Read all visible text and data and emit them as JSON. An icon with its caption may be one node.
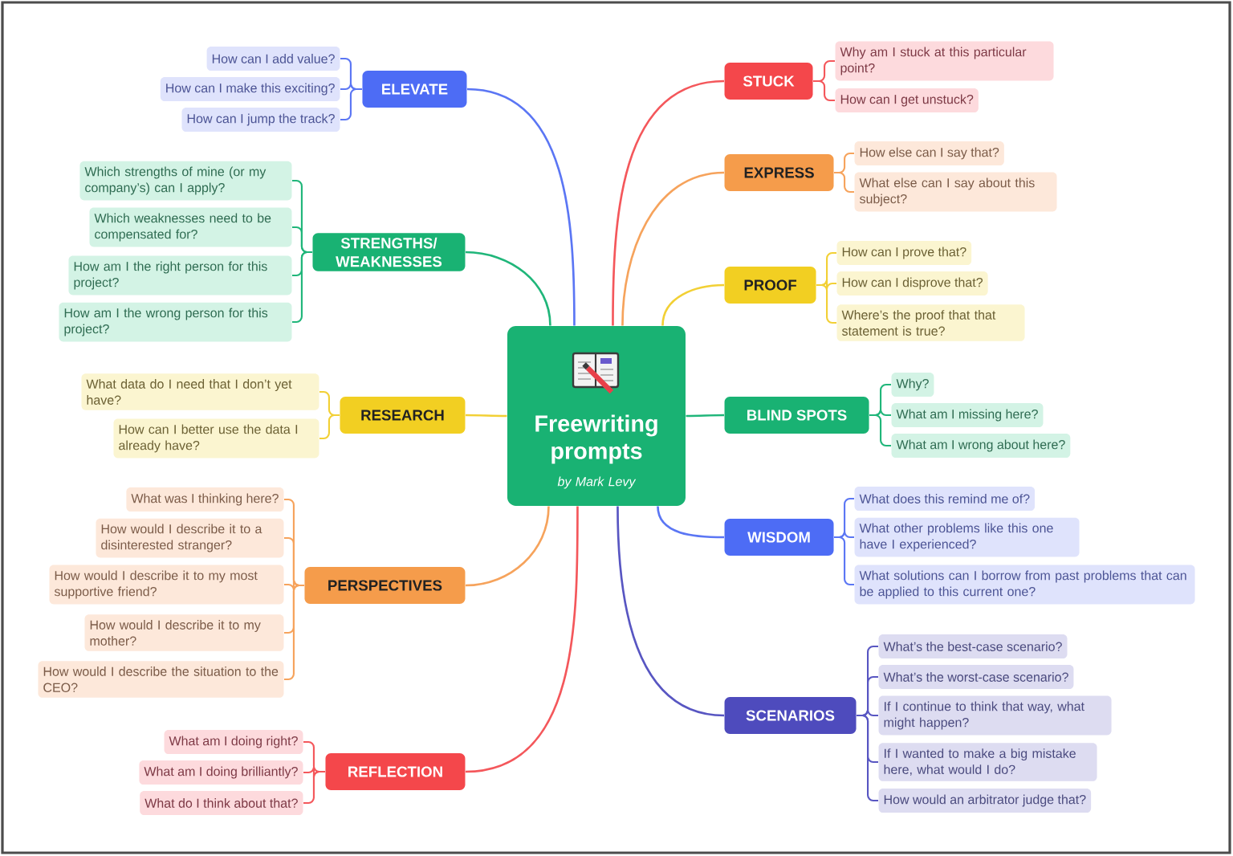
{
  "diagram": {
    "nodes": [
      {
        "text": [
          "Freewriting prompts",
          "by Mark Levy"
        ]
      },
      {
        "text": [
          "ELEVATE"
        ]
      },
      {
        "text": [
          "How can I add value?"
        ]
      },
      {
        "text": [
          "How can I make this exciting?"
        ]
      },
      {
        "text": [
          "How can I jump the track?"
        ]
      },
      {
        "text": [
          "STRENGTHS/ WEAKNESSES"
        ]
      },
      {
        "text": [
          "Which strengths of mine (or my company’s) can I apply?"
        ]
      },
      {
        "text": [
          "Which weaknesses need to be compensated for?"
        ]
      },
      {
        "text": [
          "How am I the right person for this project?"
        ]
      },
      {
        "text": [
          "How am I the wrong person for this project?"
        ]
      },
      {
        "text": [
          "RESEARCH"
        ]
      },
      {
        "text": [
          "What data do I need that I don’t yet have?"
        ]
      },
      {
        "text": [
          "How can I better use the data I already have?"
        ]
      },
      {
        "text": [
          "PERSPECTIVES"
        ]
      },
      {
        "text": [
          "What was I thinking here?"
        ]
      },
      {
        "text": [
          "How would I describe it to a disinterested stranger?"
        ]
      },
      {
        "text": [
          "How would I describe it to my most supportive friend?"
        ]
      },
      {
        "text": [
          "How would I describe it to my mother?"
        ]
      },
      {
        "text": [
          "How would I describe the situation to the CEO?"
        ]
      },
      {
        "text": [
          "REFLECTION"
        ]
      },
      {
        "text": [
          "What am I doing right?"
        ]
      },
      {
        "text": [
          "What am I doing brilliantly?"
        ]
      },
      {
        "text": [
          "What do I think about that?"
        ]
      },
      {
        "text": [
          "STUCK"
        ]
      },
      {
        "text": [
          "Why am I stuck at this particular point?"
        ]
      },
      {
        "text": [
          "How can I get unstuck?"
        ]
      },
      {
        "text": [
          "EXPRESS"
        ]
      },
      {
        "text": [
          "How else can I say that?"
        ]
      },
      {
        "text": [
          "What else can I say about this subject?"
        ]
      },
      {
        "text": [
          "PROOF"
        ]
      },
      {
        "text": [
          "How can I prove that?"
        ]
      },
      {
        "text": [
          "How can I disprove that?"
        ]
      },
      {
        "text": [
          "Where’s the proof that that statement is true?"
        ]
      },
      {
        "text": [
          "BLIND SPOTS"
        ]
      },
      {
        "text": [
          "Why?"
        ]
      },
      {
        "text": [
          "What am I missing here?"
        ]
      },
      {
        "text": [
          "What am I wrong about here?"
        ]
      },
      {
        "text": [
          "WISDOM"
        ]
      },
      {
        "text": [
          "What does this remind me of?"
        ]
      },
      {
        "text": [
          "What other problems like this one have I experienced?"
        ]
      },
      {
        "text": [
          "What solutions can I borrow from past problems that can be applied to this current one?"
        ]
      },
      {
        "text": [
          "SCENARIOS"
        ]
      },
      {
        "text": [
          "What’s the best-case scenario?"
        ]
      },
      {
        "text": [
          "What’s the worst-case scenario?"
        ]
      },
      {
        "text": [
          "If I continue to think that way, what might happen?"
        ]
      },
      {
        "text": [
          "If I wanted to make a big mistake here, what would I do?"
        ]
      },
      {
        "text": [
          "How would an arbitrator judge that?"
        ]
      }
    ],
    "edges": [
      {
        "from": 0,
        "to": 1,
        "arrow": "none",
        "color": "#5b76f4"
      },
      {
        "from": 1,
        "to": 2,
        "arrow": "none",
        "color": "#5b76f4"
      },
      {
        "from": 1,
        "to": 3,
        "arrow": "none",
        "color": "#5b76f4"
      },
      {
        "from": 1,
        "to": 4,
        "arrow": "none",
        "color": "#5b76f4"
      },
      {
        "from": 0,
        "to": 5,
        "arrow": "none",
        "color": "#20b67a"
      },
      {
        "from": 5,
        "to": 6,
        "arrow": "none",
        "color": "#20b67a"
      },
      {
        "from": 5,
        "to": 7,
        "arrow": "none",
        "color": "#20b67a"
      },
      {
        "from": 5,
        "to": 8,
        "arrow": "none",
        "color": "#20b67a"
      },
      {
        "from": 5,
        "to": 9,
        "arrow": "none",
        "color": "#20b67a"
      },
      {
        "from": 0,
        "to": 10,
        "arrow": "none",
        "color": "#f2d035"
      },
      {
        "from": 10,
        "to": 11,
        "arrow": "none",
        "color": "#f2d035"
      },
      {
        "from": 10,
        "to": 12,
        "arrow": "none",
        "color": "#f2d035"
      },
      {
        "from": 0,
        "to": 13,
        "arrow": "none",
        "color": "#f6a35c"
      },
      {
        "from": 13,
        "to": 14,
        "arrow": "none",
        "color": "#f6a35c"
      },
      {
        "from": 13,
        "to": 15,
        "arrow": "none",
        "color": "#f6a35c"
      },
      {
        "from": 13,
        "to": 16,
        "arrow": "none",
        "color": "#f6a35c"
      },
      {
        "from": 13,
        "to": 17,
        "arrow": "none",
        "color": "#f6a35c"
      },
      {
        "from": 13,
        "to": 18,
        "arrow": "none",
        "color": "#f6a35c"
      },
      {
        "from": 0,
        "to": 19,
        "arrow": "none",
        "color": "#f4575b"
      },
      {
        "from": 19,
        "to": 20,
        "arrow": "none",
        "color": "#f4575b"
      },
      {
        "from": 19,
        "to": 21,
        "arrow": "none",
        "color": "#f4575b"
      },
      {
        "from": 19,
        "to": 22,
        "arrow": "none",
        "color": "#f4575b"
      },
      {
        "from": 0,
        "to": 23,
        "arrow": "none",
        "color": "#f4575b"
      },
      {
        "from": 23,
        "to": 24,
        "arrow": "none",
        "color": "#f4575b"
      },
      {
        "from": 23,
        "to": 25,
        "arrow": "none",
        "color": "#f4575b"
      },
      {
        "from": 0,
        "to": 26,
        "arrow": "none",
        "color": "#f6a35c"
      },
      {
        "from": 26,
        "to": 27,
        "arrow": "none",
        "color": "#f6a35c"
      },
      {
        "from": 26,
        "to": 28,
        "arrow": "none",
        "color": "#f6a35c"
      },
      {
        "from": 0,
        "to": 29,
        "arrow": "none",
        "color": "#f2d035"
      },
      {
        "from": 29,
        "to": 30,
        "arrow": "none",
        "color": "#f2d035"
      },
      {
        "from": 29,
        "to": 31,
        "arrow": "none",
        "color": "#f2d035"
      },
      {
        "from": 29,
        "to": 32,
        "arrow": "none",
        "color": "#f2d035"
      },
      {
        "from": 0,
        "to": 33,
        "arrow": "none",
        "color": "#20b67a"
      },
      {
        "from": 33,
        "to": 34,
        "arrow": "none",
        "color": "#20b67a"
      },
      {
        "from": 33,
        "to": 35,
        "arrow": "none",
        "color": "#20b67a"
      },
      {
        "from": 33,
        "to": 36,
        "arrow": "none",
        "color": "#20b67a"
      },
      {
        "from": 0,
        "to": 37,
        "arrow": "none",
        "color": "#5b76f4"
      },
      {
        "from": 37,
        "to": 38,
        "arrow": "none",
        "color": "#5b76f4"
      },
      {
        "from": 37,
        "to": 39,
        "arrow": "none",
        "color": "#5b76f4"
      },
      {
        "from": 37,
        "to": 40,
        "arrow": "none",
        "color": "#5b76f4"
      },
      {
        "from": 0,
        "to": 41,
        "arrow": "none",
        "color": "#5856c2"
      },
      {
        "from": 41,
        "to": 42,
        "arrow": "none",
        "color": "#5856c2"
      },
      {
        "from": 41,
        "to": 43,
        "arrow": "none",
        "color": "#5856c2"
      },
      {
        "from": 41,
        "to": 44,
        "arrow": "none",
        "color": "#5856c2"
      },
      {
        "from": 41,
        "to": 45,
        "arrow": "none",
        "color": "#5856c2"
      },
      {
        "from": 41,
        "to": 46,
        "arrow": "none",
        "color": "#5856c2"
      }
    ]
  }
}
